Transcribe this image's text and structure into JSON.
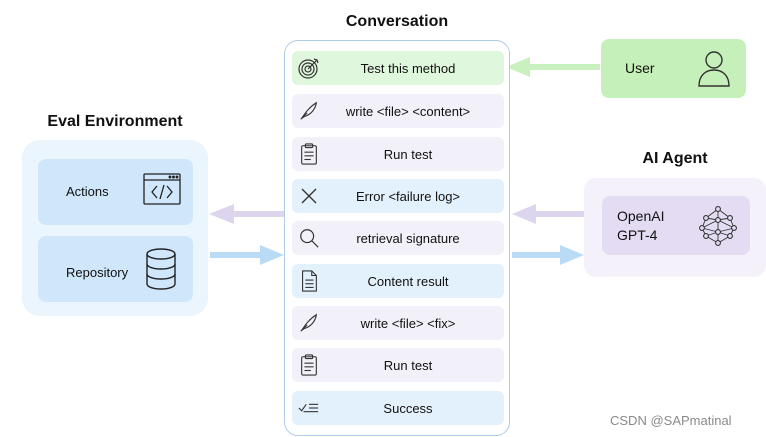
{
  "titles": {
    "conversation": "Conversation",
    "eval_environment": "Eval Environment",
    "ai_agent": "AI Agent"
  },
  "user": {
    "label": "User",
    "icon": "user-icon"
  },
  "agent": {
    "line1": "OpenAI",
    "line2": "GPT-4",
    "icon": "neural-network-icon"
  },
  "eval": {
    "actions_label": "Actions",
    "actions_icon": "code-window-icon",
    "repository_label": "Repository",
    "repository_icon": "database-icon"
  },
  "messages": [
    {
      "label": "Test this method",
      "icon": "target-icon",
      "color": "#dff7dc"
    },
    {
      "label": "write <file> <content>",
      "icon": "quill-icon",
      "color": "#f2f0f8"
    },
    {
      "label": "Run test",
      "icon": "clipboard-icon",
      "color": "#f2f0f8"
    },
    {
      "label": "Error <failure log>",
      "icon": "x-icon",
      "color": "#e3f1fc"
    },
    {
      "label": "retrieval signature",
      "icon": "magnifier-icon",
      "color": "#f2f0f8"
    },
    {
      "label": "Content result",
      "icon": "document-icon",
      "color": "#e3f1fc"
    },
    {
      "label": "write <file> <fix>",
      "icon": "quill-icon",
      "color": "#f2f0f8"
    },
    {
      "label": "Run test",
      "icon": "clipboard-icon",
      "color": "#f2f0f8"
    },
    {
      "label": "Success",
      "icon": "check-list-icon",
      "color": "#e3f1fc"
    }
  ],
  "watermark": "CSDN @SAPmatinal",
  "colors": {
    "green_arrow": "#c9f0bf",
    "lilac_arrow": "#ddd5ee",
    "blue_arrow": "#b9dbf6"
  }
}
